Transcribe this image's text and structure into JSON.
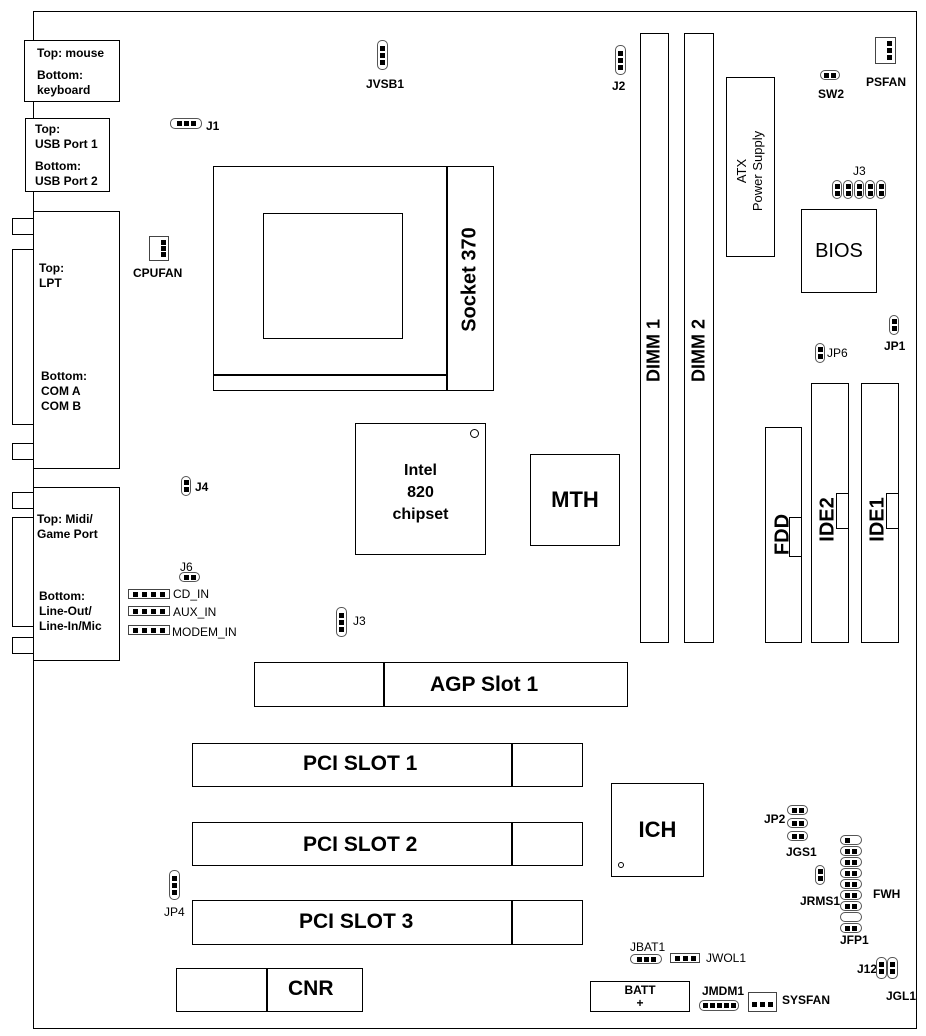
{
  "ps2": {
    "line1": "Top:  mouse",
    "line2": "Bottom:",
    "line3": "keyboard"
  },
  "usb": {
    "line1": "Top:",
    "line2": "USB Port 1",
    "line3": "Bottom:",
    "line4": "USB Port 2"
  },
  "lpt": {
    "line1": "Top:",
    "line2": "LPT",
    "line3": "Bottom:",
    "line4": "COM A",
    "line5": "COM B"
  },
  "game": {
    "line1": "Top:  Midi/",
    "line2": "Game Port",
    "line3": "Bottom:",
    "line4": "Line-Out/",
    "line5": "Line-In/Mic"
  },
  "labels": {
    "j1": "J1",
    "jvsb1": "JVSB1",
    "j2": "J2",
    "cpufan": "CPUFAN",
    "sw2": "SW2",
    "psfan": "PSFAN",
    "j3top": "J3",
    "jp1": "JP1",
    "jp6": "JP6",
    "j4": "J4",
    "j6": "J6",
    "cd_in": "CD_IN",
    "aux_in": "AUX_IN",
    "modem_in": "MODEM_IN",
    "j3": "J3",
    "jp4": "JP4",
    "jp2": "JP2",
    "jgs1": "JGS1",
    "jrms1": "JRMS1",
    "fwh": "FWH",
    "jfp1": "JFP1",
    "j12": "J12",
    "jgl1": "JGL1",
    "jbat1": "JBAT1",
    "jwol1": "JWOL1",
    "jmdm1": "JMDM1",
    "sysfan": "SYSFAN"
  },
  "components": {
    "socket": "Socket 370",
    "chipset1": "Intel",
    "chipset2": "820",
    "chipset3": "chipset",
    "mth": "MTH",
    "dimm1": "DIMM 1",
    "dimm2": "DIMM 2",
    "atx1": "ATX",
    "atx2": "Power Supply",
    "bios": "BIOS",
    "fdd": "FDD",
    "ide2": "IDE2",
    "ide1": "IDE1",
    "agp": "AGP Slot 1",
    "pci1": "PCI SLOT 1",
    "pci2": "PCI SLOT 2",
    "pci3": "PCI SLOT 3",
    "cnr": "CNR",
    "ich": "ICH",
    "batt1": "BATT",
    "batt2": "+"
  }
}
